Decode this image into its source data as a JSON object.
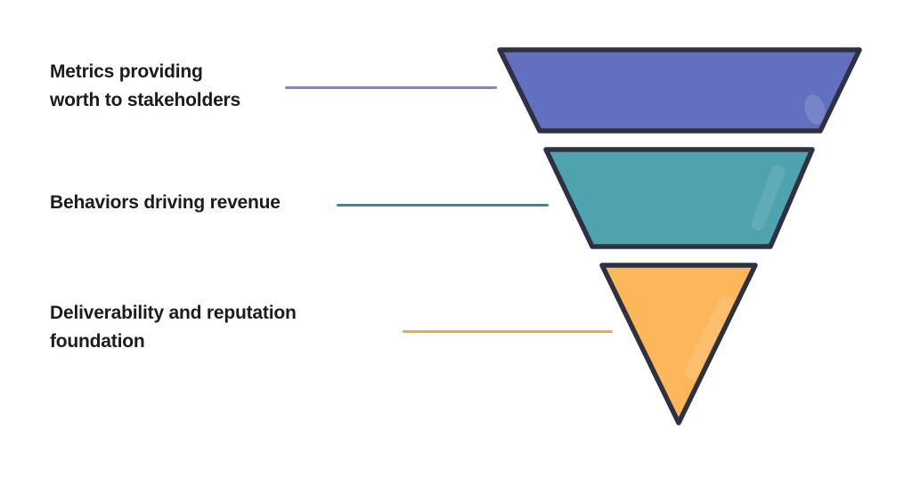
{
  "background": "#ffffff",
  "outline_color": "#2e3142",
  "text_color": "#1f1b1c",
  "funnel": {
    "type": "funnel",
    "orientation": "inverted",
    "tiers": [
      {
        "level": 1,
        "id": "stakeholder-metrics",
        "label": "Metrics providing worth to stakeholders",
        "label_lines": [
          "Metrics providing",
          "worth to stakeholders"
        ],
        "fill": "#6270bf",
        "connector_color": "#7c85cd"
      },
      {
        "level": 2,
        "id": "revenue-behaviors",
        "label": "Behaviors driving revenue",
        "label_lines": [
          "Behaviors driving revenue"
        ],
        "fill": "#4ea3ae",
        "connector_color": "#2b8f9e"
      },
      {
        "level": 3,
        "id": "deliverability-foundation",
        "label": "Deliverability and reputation foundation",
        "label_lines": [
          "Deliverability and reputation",
          "foundation"
        ],
        "fill": "#fcb75b",
        "connector_color": "#f3a844"
      }
    ]
  }
}
